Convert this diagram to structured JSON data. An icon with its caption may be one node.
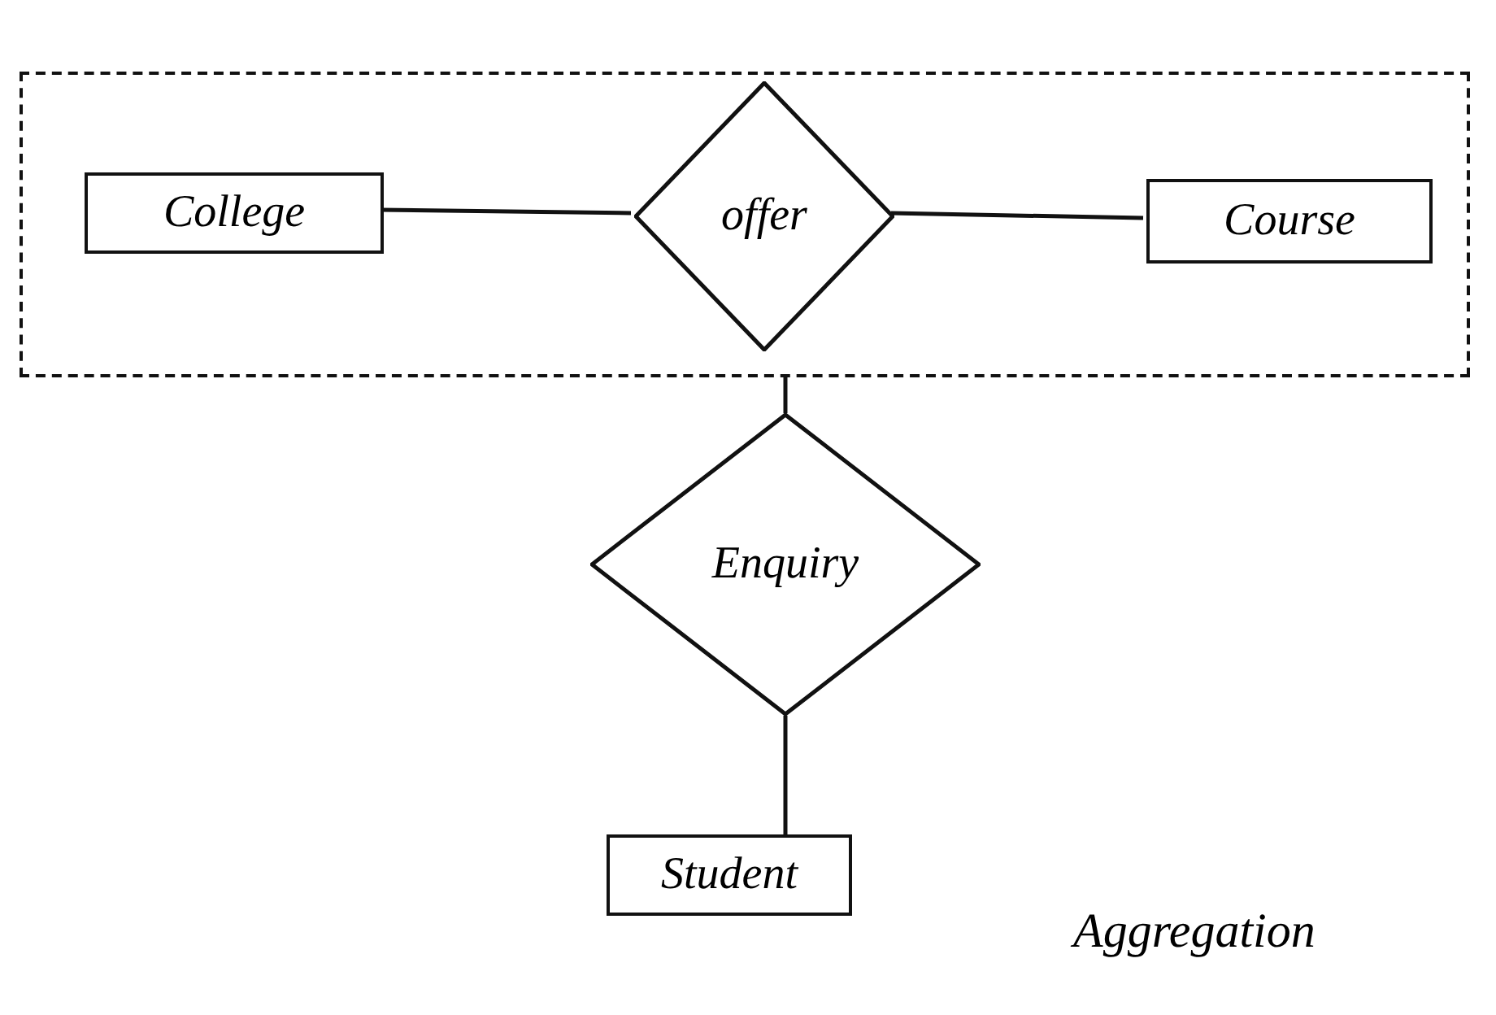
{
  "diagram": {
    "nodes": [
      {
        "text": [],
        "shape": "box"
      },
      {
        "text": [
          "College"
        ],
        "in": 0
      },
      {
        "text": [
          "offer"
        ],
        "in": 0
      },
      {
        "text": [
          "Course"
        ],
        "in": 0
      },
      {
        "text": [
          "Enquiry"
        ]
      },
      {
        "text": [
          "Student"
        ]
      }
    ],
    "edges": [
      {
        "from": 1,
        "to": 2,
        "arrow": "none"
      },
      {
        "from": 2,
        "to": 3,
        "arrow": "none"
      },
      {
        "from": 4,
        "to": 0,
        "arrow": "none"
      },
      {
        "from": 4,
        "to": 5,
        "arrow": "none"
      }
    ],
    "labels": [
      "Aggregation"
    ]
  }
}
